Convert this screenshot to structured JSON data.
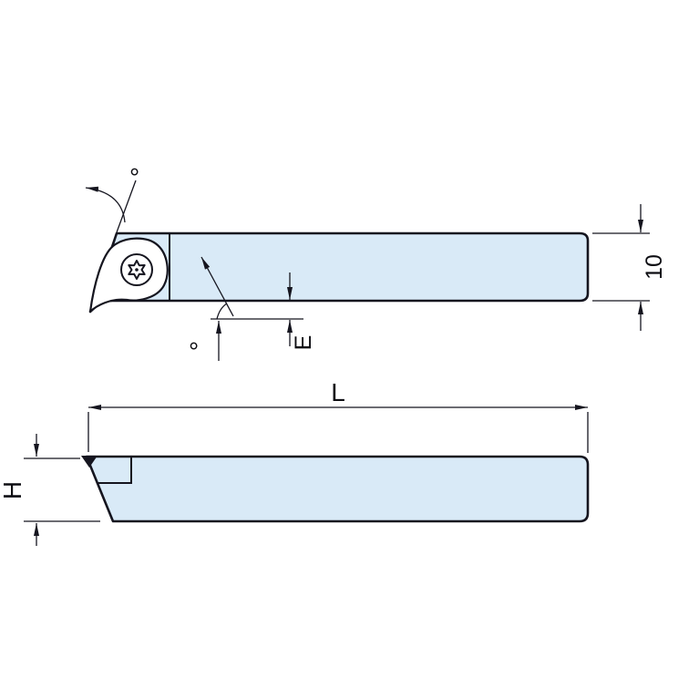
{
  "drawing": {
    "type": "tool-holder-technical-drawing",
    "views": [
      "top-view",
      "side-view"
    ]
  },
  "colors": {
    "body_fill": "#d9eaf7",
    "outline": "#15151f",
    "dim": "#15151f",
    "background": "#ffffff"
  },
  "labels": {
    "top_view": {
      "lead_angle": "°",
      "clearance_angle": "°",
      "tip_offset": "E",
      "thickness": "10"
    },
    "side_view": {
      "length": "L",
      "height": "H"
    }
  }
}
